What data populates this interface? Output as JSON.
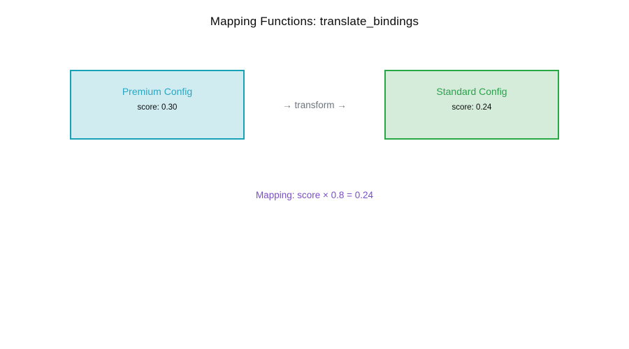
{
  "title": "Mapping Functions: translate_bindings",
  "source_node": {
    "label": "Premium Config",
    "score_text": "score: 0.30",
    "border_color": "#17a2b8",
    "fill_color": "#d1ecf1",
    "label_color": "#29a7c3"
  },
  "transform": {
    "label": "→ transform →",
    "color": "#6c757d"
  },
  "target_node": {
    "label": "Standard Config",
    "score_text": "score: 0.24",
    "border_color": "#28a745",
    "fill_color": "#d6ecdb",
    "label_color": "#2ba14b"
  },
  "mapping_note": {
    "text": "Mapping: score × 0.8 = 0.24",
    "color": "#7a4fc4"
  }
}
